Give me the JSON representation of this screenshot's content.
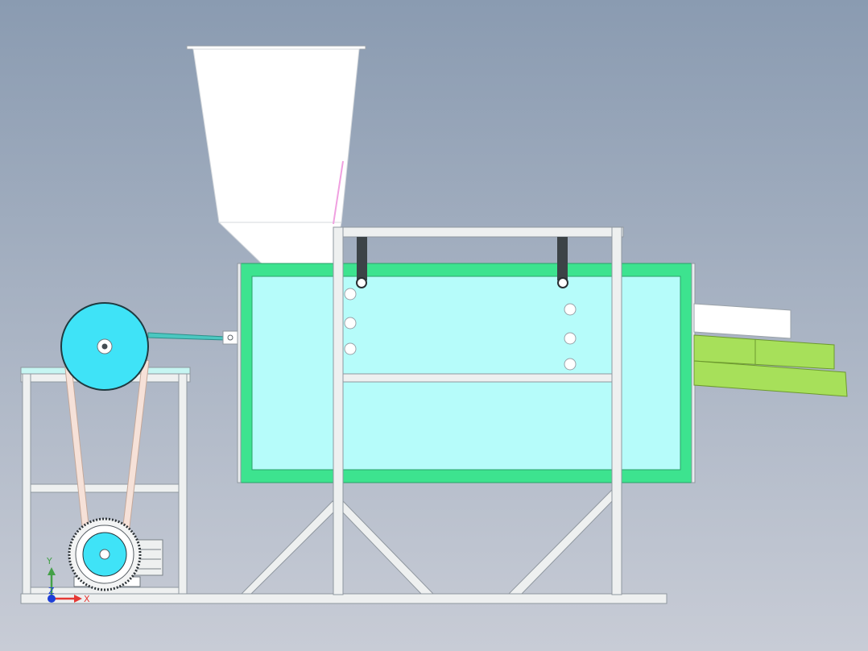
{
  "axes": {
    "x_label": "X",
    "y_label": "Y",
    "z_label": "Z"
  },
  "colors": {
    "background_top": "#8a9bb1",
    "background_bottom": "#c8ccd6",
    "frame": "#eef0f0",
    "frame_stroke": "#8f979f",
    "screen_body": "#b6fcfa",
    "screen_border": "#3de38f",
    "pulley": "#3fe3f7",
    "hopper": "#ffffff",
    "outlet_upper": "#ffffff",
    "outlet_lower": "#a7e05a",
    "belt": "#f6e1d8",
    "bracket": "#3c4347",
    "axis_x": "#e53935",
    "axis_y": "#43a047",
    "axis_z": "#1e3fd8"
  },
  "icons": [
    "axis-triad-icon"
  ]
}
